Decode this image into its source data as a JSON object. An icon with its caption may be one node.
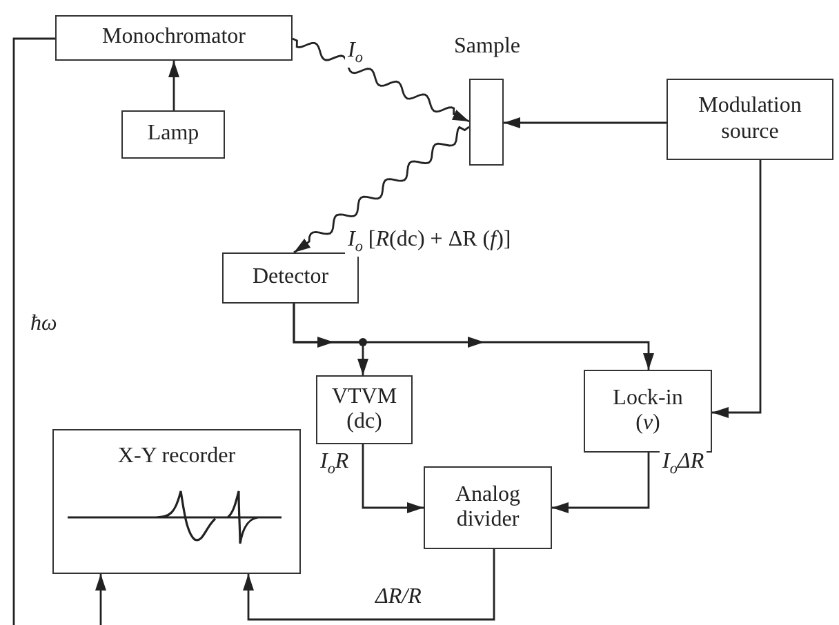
{
  "diagram": {
    "nodes": [
      {
        "text": [
          "Monochromator"
        ]
      },
      {
        "text": [
          "Lamp"
        ]
      },
      {
        "text": [
          "Sample"
        ]
      },
      {
        "text": [
          "Modulation source"
        ]
      },
      {
        "text": [
          "Detector"
        ]
      },
      {
        "text": [
          "VTVM (dc)"
        ]
      },
      {
        "text": [
          "Lock-in (*ν*)"
        ]
      },
      {
        "text": [
          "Analog divider"
        ]
      },
      {
        "text": [
          "X-Y recorder"
        ]
      }
    ],
    "edges": [
      {
        "from": 1,
        "to": 0,
        "arrow": "to"
      },
      {
        "from": 0,
        "to": 2,
        "arrow": "to",
        "label": "*I*$_{o}$"
      },
      {
        "from": 2,
        "to": 4,
        "arrow": "to",
        "label": "*I*$_{o}$ [*R*(dc) + ΔR (*f*)]"
      },
      {
        "from": 3,
        "to": 2,
        "arrow": "to"
      },
      {
        "from": 3,
        "to": 6,
        "arrow": "to"
      },
      {
        "from": 4,
        "to": 5,
        "arrow": "to"
      },
      {
        "from": 4,
        "to": 6,
        "arrow": "to"
      },
      {
        "from": 5,
        "to": 7,
        "arrow": "to",
        "label": "*I*$_{o}$*R*"
      },
      {
        "from": 6,
        "to": 7,
        "arrow": "to",
        "label": "I$_{o}$ΔR"
      },
      {
        "from": 7,
        "to": 8,
        "arrow": "to",
        "label": "ΔR/R"
      },
      {
        "from": 0,
        "to": null,
        "arrow": "none",
        "label": "ħω"
      },
      {
        "from": null,
        "to": 8,
        "arrow": "to"
      }
    ]
  }
}
